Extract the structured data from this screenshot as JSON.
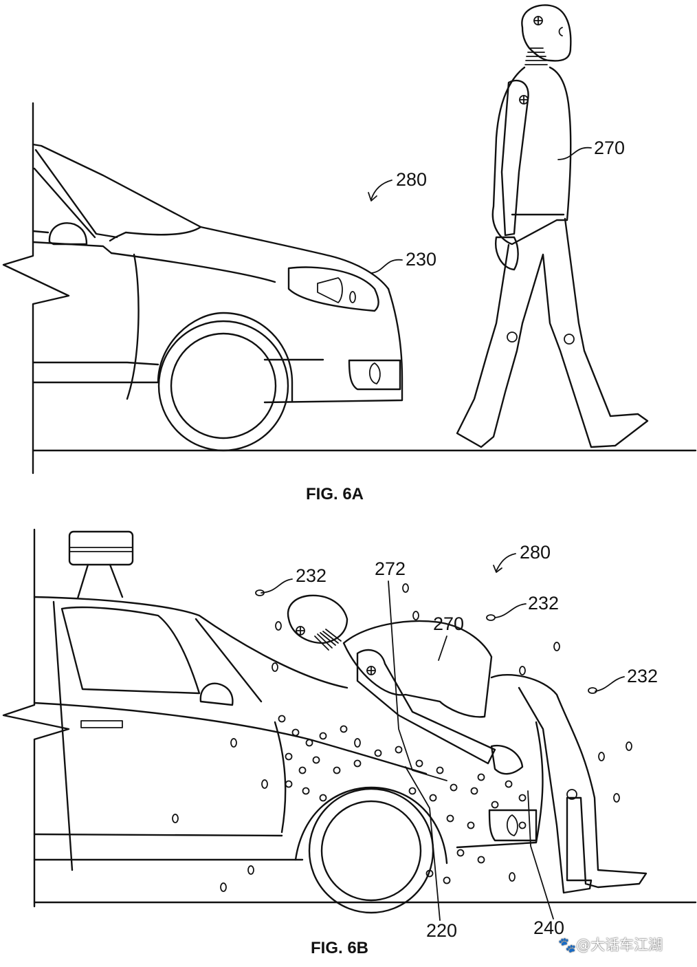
{
  "figures": [
    {
      "caption": "FIG. 6A",
      "refs": {
        "system": "280",
        "vehicle_front": "230",
        "pedestrian": "270"
      }
    },
    {
      "caption": "FIG. 6B",
      "refs": {
        "system": "280",
        "debris_1": "232",
        "debris_2": "232",
        "debris_3": "232",
        "impact_line": "272",
        "pedestrian": "270",
        "adhesive_layer": "220",
        "hood": "240"
      }
    }
  ],
  "watermark": {
    "icon": "baidu-paw-icon",
    "text": "@大话车江湖"
  }
}
